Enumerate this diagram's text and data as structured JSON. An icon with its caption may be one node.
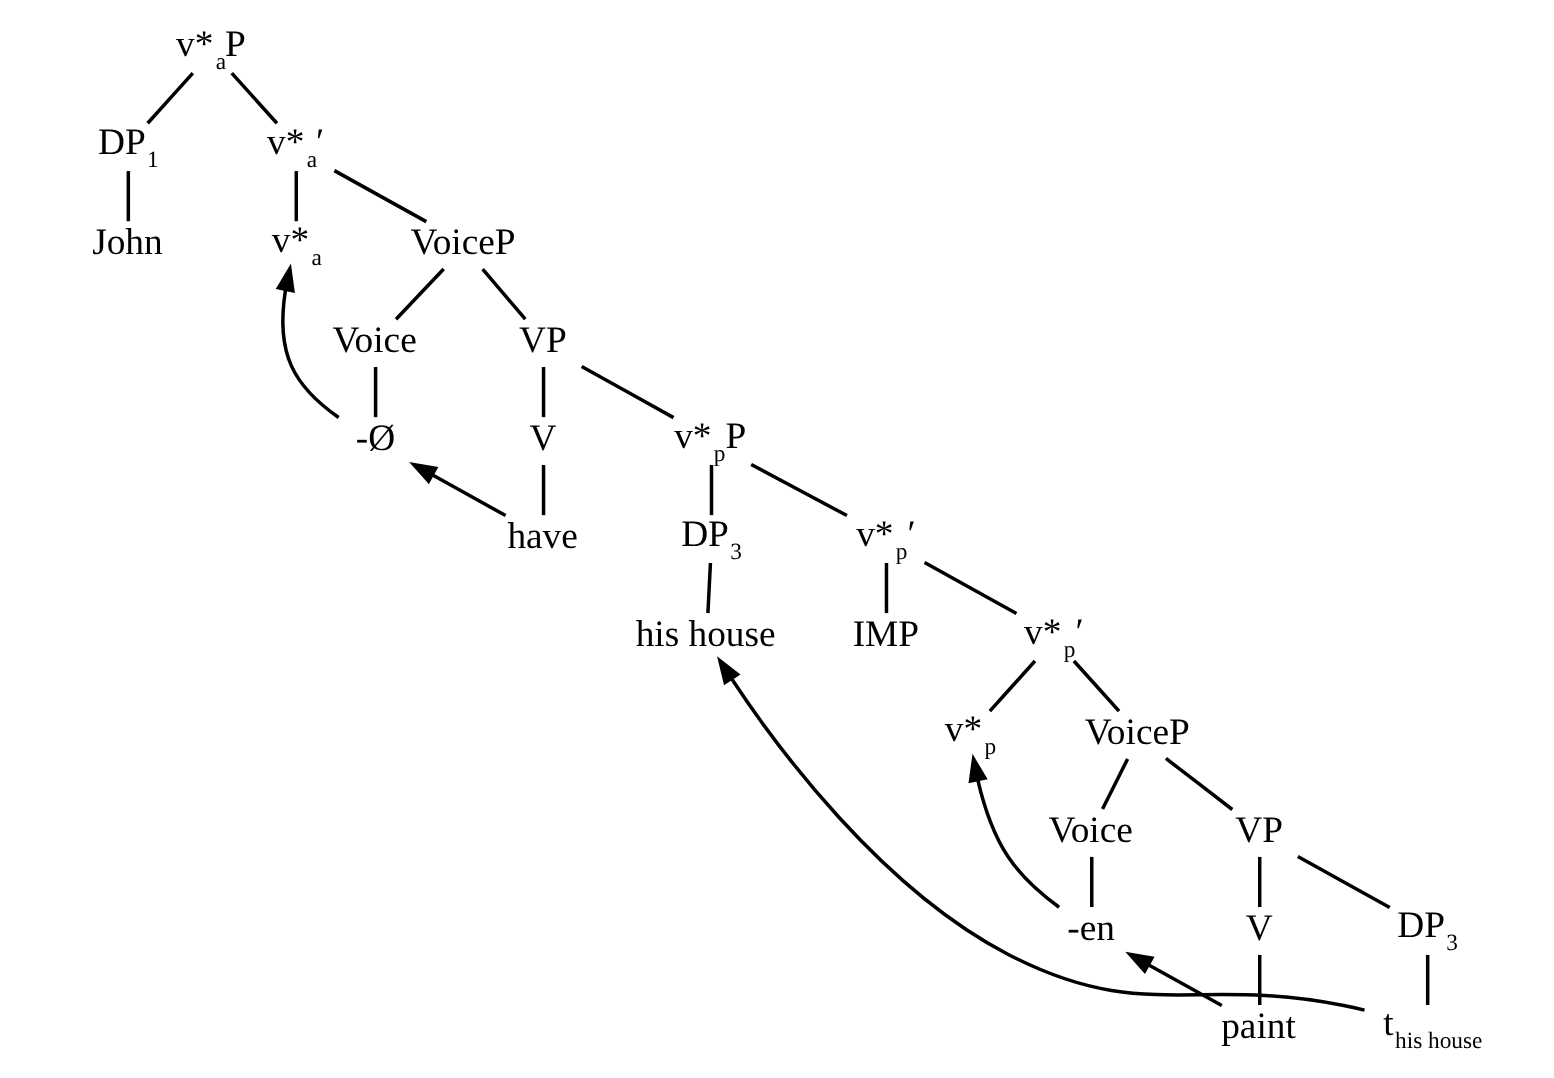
{
  "diagram": {
    "nodes": [
      {
        "text": [
          "v*$_{a}$P"
        ]
      },
      {
        "text": [
          "DP$_{1}$"
        ]
      },
      {
        "text": [
          "v*$_{a}$′"
        ]
      },
      {
        "text": [
          "John"
        ]
      },
      {
        "text": [
          "v*$_{a}$"
        ]
      },
      {
        "text": [
          "VoiceP"
        ]
      },
      {
        "text": [
          "Voice"
        ]
      },
      {
        "text": [
          "VP"
        ]
      },
      {
        "text": [
          "-Ø"
        ]
      },
      {
        "text": [
          "V"
        ]
      },
      {
        "text": [
          "v*$_{p}$P"
        ]
      },
      {
        "text": [
          "have"
        ]
      },
      {
        "text": [
          "DP$_{3}$"
        ]
      },
      {
        "text": [
          "v*$_{p}$′"
        ]
      },
      {
        "text": [
          "his house"
        ]
      },
      {
        "text": [
          "IMP"
        ]
      },
      {
        "text": [
          "v*$_{p}$′"
        ]
      },
      {
        "text": [
          "v*$_{p}$"
        ]
      },
      {
        "text": [
          "VoiceP"
        ]
      },
      {
        "text": [
          "Voice"
        ]
      },
      {
        "text": [
          "VP"
        ]
      },
      {
        "text": [
          "-en"
        ]
      },
      {
        "text": [
          "V"
        ]
      },
      {
        "text": [
          "DP$_{3}$"
        ]
      },
      {
        "text": [
          "paint"
        ]
      },
      {
        "text": [
          "t$_{his house}$"
        ]
      }
    ],
    "edges": [
      {
        "from": 0,
        "to": 1,
        "arrow": "none"
      },
      {
        "from": 0,
        "to": 2,
        "arrow": "none"
      },
      {
        "from": 1,
        "to": 3,
        "arrow": "none"
      },
      {
        "from": 2,
        "to": 4,
        "arrow": "none"
      },
      {
        "from": 2,
        "to": 5,
        "arrow": "none"
      },
      {
        "from": 5,
        "to": 6,
        "arrow": "none"
      },
      {
        "from": 5,
        "to": 7,
        "arrow": "none"
      },
      {
        "from": 6,
        "to": 8,
        "arrow": "none"
      },
      {
        "from": 7,
        "to": 9,
        "arrow": "none"
      },
      {
        "from": 7,
        "to": 10,
        "arrow": "none"
      },
      {
        "from": 9,
        "to": 11,
        "arrow": "none"
      },
      {
        "from": 10,
        "to": 12,
        "arrow": "none"
      },
      {
        "from": 10,
        "to": 13,
        "arrow": "none"
      },
      {
        "from": 12,
        "to": 14,
        "arrow": "none"
      },
      {
        "from": 13,
        "to": 15,
        "arrow": "none"
      },
      {
        "from": 13,
        "to": 16,
        "arrow": "none"
      },
      {
        "from": 16,
        "to": 17,
        "arrow": "none"
      },
      {
        "from": 16,
        "to": 18,
        "arrow": "none"
      },
      {
        "from": 18,
        "to": 19,
        "arrow": "none"
      },
      {
        "from": 18,
        "to": 20,
        "arrow": "none"
      },
      {
        "from": 19,
        "to": 21,
        "arrow": "none"
      },
      {
        "from": 20,
        "to": 22,
        "arrow": "none"
      },
      {
        "from": 20,
        "to": 23,
        "arrow": "none"
      },
      {
        "from": 22,
        "to": 24,
        "arrow": "none"
      },
      {
        "from": 23,
        "to": 25,
        "arrow": "none"
      },
      {
        "from": 8,
        "to": 4,
        "arrow": "to"
      },
      {
        "from": 11,
        "to": 8,
        "arrow": "to"
      },
      {
        "from": 21,
        "to": 17,
        "arrow": "to"
      },
      {
        "from": 24,
        "to": 21,
        "arrow": "to"
      },
      {
        "from": 25,
        "to": 14,
        "arrow": "to"
      }
    ]
  }
}
